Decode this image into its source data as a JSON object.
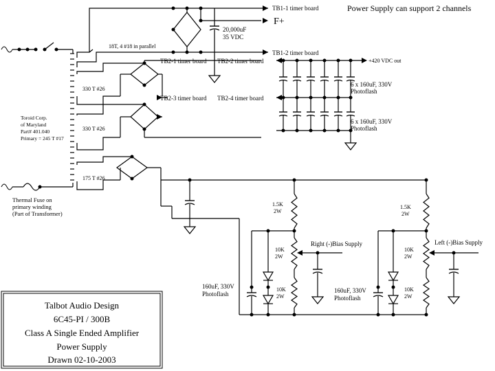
{
  "header": {
    "note": "Power Supply can support 2 channels"
  },
  "labels": {
    "tb1_1": "TB1-1 timer board",
    "fplus": "F+",
    "filter_cap_value": "20,000uF",
    "filter_cap_voltage": "35 VDC",
    "tb1_2": "TB1-2 timer board",
    "heater_winding": "18T, 4 #18 in parallel",
    "tb2_1": "TB2-1 timer board",
    "tb2_2": "TB2-2 timer board",
    "hv_out": "+420 VDC out",
    "winding_330_a": "330 T #26",
    "tb2_3": "TB2-3 timer board",
    "tb2_4": "TB2-4 timer board",
    "winding_330_b": "330 T #26",
    "bank_1_a": "6 x 160uF, 330V",
    "bank_1_b": "Photoflash",
    "bank_2_a": "6 x 160uF, 330V",
    "bank_2_b": "Photoflash",
    "transformer_1": "Toroid Corp.",
    "transformer_2": "of Maryland",
    "transformer_3": "Part# 401.040",
    "transformer_4": "Primary = 245 T #17",
    "winding_175": "175 T #26",
    "fuse_1": "Thermal Fuse on",
    "fuse_2": "primary winding",
    "fuse_3": "(Part of Transformer)",
    "r_right_top": "1.5K",
    "r_right_top_w": "2W",
    "r_right_pot": "10K",
    "r_right_pot_w": "2W",
    "r_right_bot": "10K",
    "r_right_bot_w": "2W",
    "right_bias": "Right (-)Bias Supply",
    "cap_right_a": "160uF, 330V",
    "cap_right_b": "Photoflash",
    "r_left_top": "1.5K",
    "r_left_top_w": "2W",
    "r_left_pot": "10K",
    "r_left_pot_w": "2W",
    "r_left_bot": "10K",
    "r_left_bot_w": "2W",
    "left_bias": "Left (-)Bias Supply",
    "cap_left_a": "160uF, 330V",
    "cap_left_b": "Photoflash"
  },
  "title_block": {
    "line1": "Talbot Audio Design",
    "line2": "6C45-PI / 300B",
    "line3": "Class A Single Ended Amplifier",
    "line4": "Power Supply",
    "line5": "Drawn 02-10-2003"
  }
}
